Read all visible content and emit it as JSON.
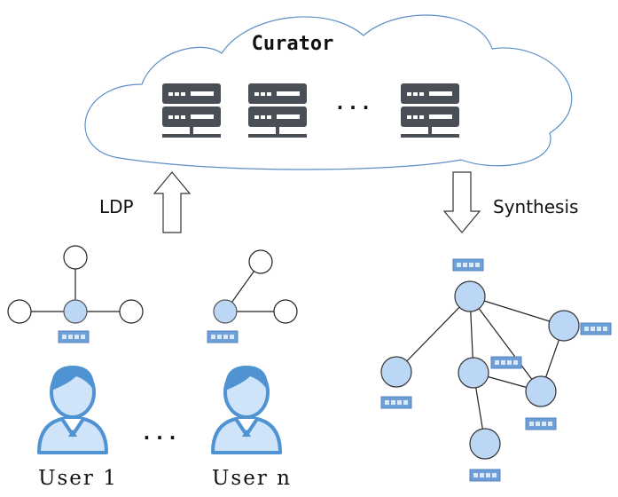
{
  "cloud": {
    "title": "Curator",
    "ellipsis": "· · ·"
  },
  "arrows": {
    "up_label": "LDP",
    "down_label": "Synthesis"
  },
  "users": [
    {
      "label": "User 1"
    },
    {
      "label": "User n"
    }
  ],
  "users_ellipsis": "· · ·",
  "colors": {
    "cloud_stroke": "#5b8fc7",
    "server": "#4a4f57",
    "server_light": "#ffffff",
    "node_fill": "#bcd7f5",
    "node_stroke": "#333333",
    "node_plain_fill": "#ffffff",
    "tag_fill": "#6f9fd8",
    "tag_cell": "#dbe8f7",
    "person_fill": "#cfe4f8",
    "person_stroke": "#4f93d2",
    "arrow_stroke": "#333333"
  }
}
